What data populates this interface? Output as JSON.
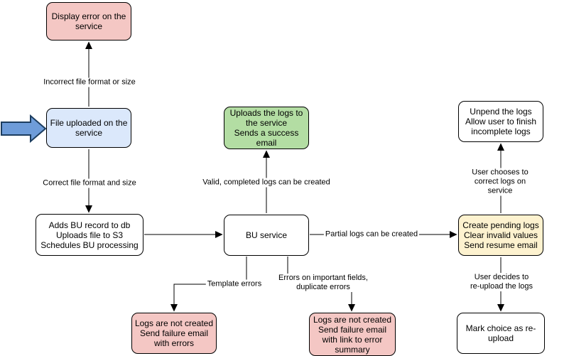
{
  "colors": {
    "background": "#ffffff",
    "line": "#000000",
    "node_border": "#000000",
    "node_pink": "#f4c7c4",
    "node_blue": "#dbe8fb",
    "node_green": "#b3dda3",
    "node_yellow": "#fdf2cf",
    "node_white": "#ffffff",
    "input_arrow_fill": "#6e9cd9",
    "input_arrow_stroke": "#1c3d5f"
  },
  "icons": {
    "input_arrow": "thick-right-arrow-icon"
  },
  "nodes": {
    "display_error": {
      "label": "Display error on the\nservice",
      "fill": "#f4c7c4"
    },
    "file_uploaded": {
      "label": "File uploaded on the\nservice",
      "fill": "#dbe8fb"
    },
    "adds_bu": {
      "label": "Adds BU record to db\nUploads file to S3\nSchedules BU processing",
      "fill": "#ffffff"
    },
    "uploads_logs": {
      "label": "Uploads the logs to\nthe service\nSends a success\nemail",
      "fill": "#b3dda3"
    },
    "bu_service": {
      "label": "BU service",
      "fill": "#ffffff"
    },
    "unpend": {
      "label": "Unpend the logs\nAllow user to finish\nincomplete logs",
      "fill": "#ffffff"
    },
    "create_pending": {
      "label": "Create pending logs\nClear invalid values\nSend resume email",
      "fill": "#fdf2cf"
    },
    "mark_reupload": {
      "label": "Mark choice as re-\nupload",
      "fill": "#ffffff"
    },
    "fail_template": {
      "label": "Logs are not created\nSend failure email\nwith errors",
      "fill": "#f4c7c4"
    },
    "fail_summary": {
      "label": "Logs are not created\nSend failure email\nwith link to error\nsummary",
      "fill": "#f4c7c4"
    }
  },
  "edge_labels": {
    "incorrect_file": "Incorrect file format or size",
    "correct_file": "Correct file format and size",
    "valid_logs": "Valid, completed logs can be created",
    "partial_logs": "Partial logs can be created",
    "template_errors": "Template errors",
    "important_field_errors": "Errors on important fields,\nduplicate errors",
    "user_corrects": "User chooses to correct logs on service",
    "user_reuploads": "User decides to re-upload the logs"
  }
}
